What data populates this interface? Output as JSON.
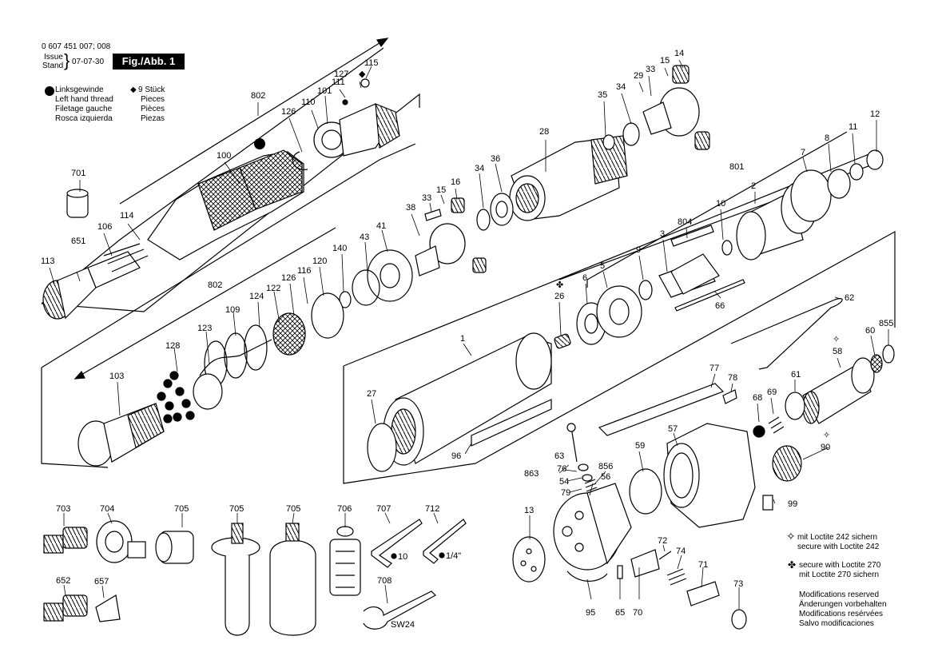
{
  "header": {
    "part_number": "0 607 451 007; 008",
    "issue": "Issue",
    "stand": "Stand",
    "date": "07-07-30",
    "figure": "Fig./Abb. 1"
  },
  "legend_left": {
    "thread_lines": [
      "Linksgewinde",
      "Left hand thread",
      "Filetage gauche",
      "Rosca izquierda"
    ],
    "count_lines": [
      "9 Stück",
      "Pieces",
      "Pièces",
      "Piezas"
    ]
  },
  "legend_right": {
    "loctite242": [
      "mit Loctite 242 sichern",
      "secure with Loctite 242"
    ],
    "loctite270": [
      "secure with Loctite 270",
      "mit Loctite 270 sichern"
    ],
    "modifications": [
      "Modifications reserved",
      "Änderungen vorbehalten",
      "Modifications resérvées",
      "Salvo modificaciones"
    ]
  },
  "callouts": [
    "802",
    "115",
    "127",
    "111",
    "101",
    "110",
    "126",
    "100",
    "701",
    "114",
    "106",
    "651",
    "113",
    "35",
    "34",
    "33",
    "29",
    "15",
    "14",
    "28",
    "36",
    "34",
    "16",
    "15",
    "33",
    "38",
    "41",
    "43",
    "140",
    "802",
    "120",
    "116",
    "126",
    "122",
    "124",
    "109",
    "123",
    "128",
    "103",
    "12",
    "11",
    "8",
    "7",
    "801",
    "2",
    "10",
    "804",
    "3",
    "9",
    "5",
    "6",
    "26",
    "66",
    "62",
    "1",
    "27",
    "96",
    "77",
    "78",
    "68",
    "69",
    "61",
    "58",
    "60",
    "855",
    "90",
    "57",
    "59",
    "863",
    "63",
    "76",
    "54",
    "79",
    "856",
    "56",
    "13",
    "95",
    "65",
    "70",
    "72",
    "74",
    "71",
    "73",
    "99",
    "703",
    "704",
    "705",
    "705",
    "705",
    "706",
    "707",
    "712",
    "652",
    "657",
    "708"
  ],
  "tool_labels": {
    "wrench_10": "10",
    "wrench_14": "1/4\"",
    "sw24": "SW24"
  }
}
